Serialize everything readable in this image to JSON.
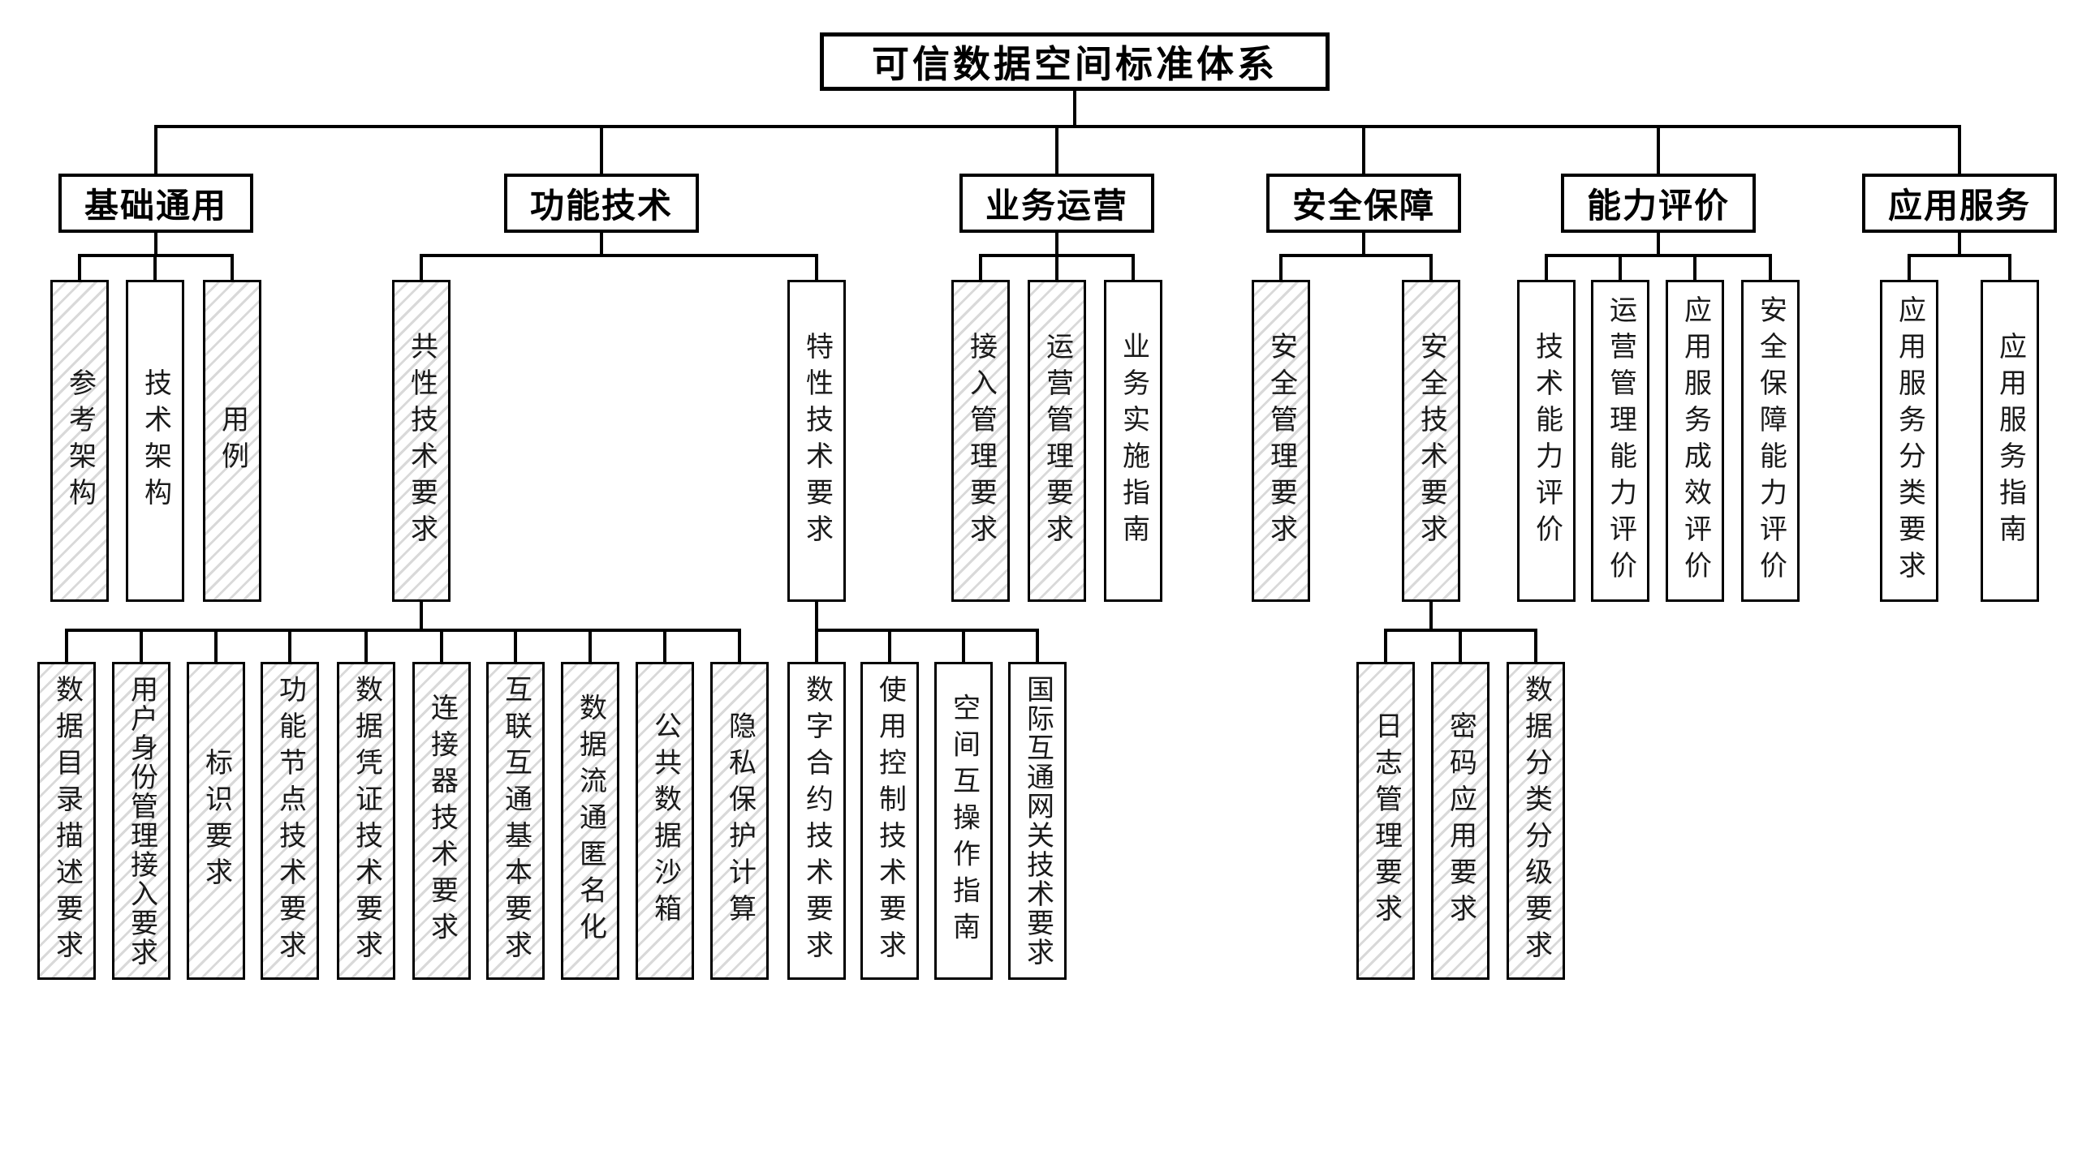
{
  "diagram": {
    "title": "可信数据空间标准体系",
    "colors": {
      "border": "#000000",
      "hatch": "#d9d9d9",
      "background": "#ffffff"
    },
    "branches": [
      {
        "name": "foundation-general",
        "label": "基础通用",
        "children": [
          {
            "name": "reference-architecture",
            "label": "参考架构",
            "hatched": true
          },
          {
            "name": "technical-architecture",
            "label": "技术架构",
            "hatched": false
          },
          {
            "name": "use-cases",
            "label": "用例",
            "hatched": true
          }
        ]
      },
      {
        "name": "functional-technology",
        "label": "功能技术",
        "children": [
          {
            "name": "common-tech-requirements",
            "label": "共性技术要求",
            "hatched": true,
            "children": [
              {
                "name": "data-catalog-description-requirements",
                "label": "数据目录描述要求",
                "hatched": true
              },
              {
                "name": "user-identity-management-access-requirements",
                "label": "用户身份管理接入要求",
                "hatched": true
              },
              {
                "name": "identifier-requirements",
                "label": "标识要求",
                "hatched": true
              },
              {
                "name": "functional-node-technical-requirements",
                "label": "功能节点技术要求",
                "hatched": true
              },
              {
                "name": "data-credential-technical-requirements",
                "label": "数据凭证技术要求",
                "hatched": true
              },
              {
                "name": "connector-technical-requirements",
                "label": "连接器技术要求",
                "hatched": true
              },
              {
                "name": "interconnection-basic-requirements",
                "label": "互联互通基本要求",
                "hatched": true
              },
              {
                "name": "data-circulation-anonymization",
                "label": "数据流通匿名化",
                "hatched": true
              },
              {
                "name": "public-data-sandbox",
                "label": "公共数据沙箱",
                "hatched": true
              },
              {
                "name": "privacy-preserving-computation",
                "label": "隐私保护计算",
                "hatched": true
              }
            ]
          },
          {
            "name": "specific-tech-requirements",
            "label": "特性技术要求",
            "hatched": false,
            "children": [
              {
                "name": "digital-contract-technical-requirements",
                "label": "数字合约技术要求",
                "hatched": false
              },
              {
                "name": "usage-control-technical-requirements",
                "label": "使用控制技术要求",
                "hatched": false
              },
              {
                "name": "space-interoperability-guide",
                "label": "空间互操作指南",
                "hatched": false
              },
              {
                "name": "international-gateway-technical-requirements",
                "label": "国际互通网关技术要求",
                "hatched": false
              }
            ]
          }
        ]
      },
      {
        "name": "business-operation",
        "label": "业务运营",
        "children": [
          {
            "name": "access-management-requirements",
            "label": "接入管理要求",
            "hatched": true
          },
          {
            "name": "operation-management-requirements",
            "label": "运营管理要求",
            "hatched": true
          },
          {
            "name": "business-implementation-guide",
            "label": "业务实施指南",
            "hatched": false
          }
        ]
      },
      {
        "name": "security-assurance",
        "label": "安全保障",
        "children": [
          {
            "name": "security-management-requirements",
            "label": "安全管理要求",
            "hatched": true
          },
          {
            "name": "security-technical-requirements",
            "label": "安全技术要求",
            "hatched": true,
            "children": [
              {
                "name": "log-management-requirements",
                "label": "日志管理要求",
                "hatched": true
              },
              {
                "name": "cryptography-application-requirements",
                "label": "密码应用要求",
                "hatched": true
              },
              {
                "name": "data-classification-grading-requirements",
                "label": "数据分类分级要求",
                "hatched": true
              }
            ]
          }
        ]
      },
      {
        "name": "capability-evaluation",
        "label": "能力评价",
        "children": [
          {
            "name": "technical-capability-evaluation",
            "label": "技术能力评价",
            "hatched": false
          },
          {
            "name": "operation-management-capability-evaluation",
            "label": "运营管理能力评价",
            "hatched": false
          },
          {
            "name": "application-service-effect-evaluation",
            "label": "应用服务成效评价",
            "hatched": false
          },
          {
            "name": "security-assurance-capability-evaluation",
            "label": "安全保障能力评价",
            "hatched": false
          }
        ]
      },
      {
        "name": "application-service",
        "label": "应用服务",
        "children": [
          {
            "name": "application-service-classification-requirements",
            "label": "应用服务分类要求",
            "hatched": false
          },
          {
            "name": "application-service-guide",
            "label": "应用服务指南",
            "hatched": false
          }
        ]
      }
    ]
  }
}
